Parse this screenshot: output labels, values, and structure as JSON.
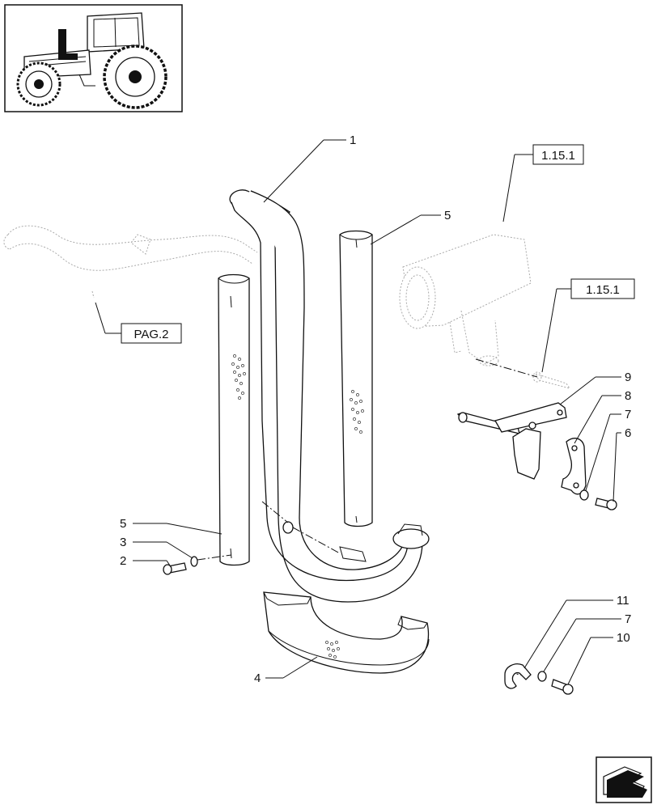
{
  "references": {
    "pag2": "PAG.2",
    "ref_top": "1.15.1",
    "ref_mid": "1.15.1"
  },
  "callouts": {
    "c1": "1",
    "c5_right": "5",
    "c5_left": "5",
    "c3": "3",
    "c2": "2",
    "c4": "4",
    "c9": "9",
    "c8": "8",
    "c7_top": "7",
    "c6": "6",
    "c11": "11",
    "c7_bottom": "7",
    "c10": "10"
  },
  "icons": {
    "thumbnail": "tractor-thumbnail-icon",
    "navigation": "next-page-arrow-icon"
  }
}
